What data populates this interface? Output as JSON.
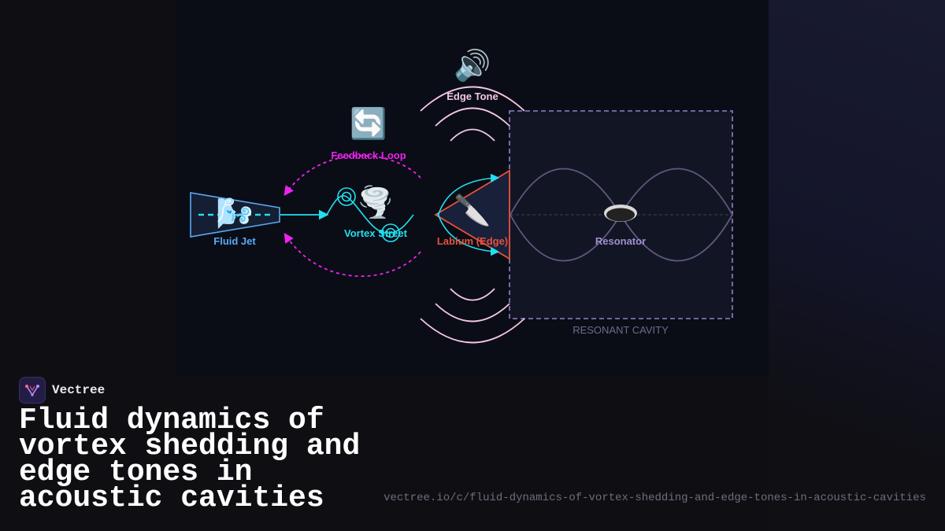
{
  "diagram": {
    "fluid_jet": {
      "icon": "wind-face-icon",
      "emoji": "🌬️",
      "label": "Fluid Jet",
      "color": "#5aa9f5"
    },
    "vortex_street": {
      "icon": "tornado-icon",
      "emoji": "🌪️",
      "label": "Vortex Street",
      "color": "#22e0f0"
    },
    "feedback_loop": {
      "icon": "counterclockwise-arrows-icon",
      "emoji": "🔄",
      "label": "Feedback Loop",
      "color": "#ee22ee"
    },
    "edge_tone": {
      "icon": "speaker-high-volume-icon",
      "emoji": "🔊",
      "label": "Edge Tone",
      "color": "#f5c6e2"
    },
    "labium": {
      "icon": "kitchen-knife-icon",
      "emoji": "🔪",
      "label": "Labium (Edge)",
      "color": "#e8503a"
    },
    "resonator": {
      "icon": "hole-icon",
      "label": "Resonator",
      "color": "#a08ed0"
    },
    "cavity": {
      "label": "RESONANT CAVITY",
      "color": "#9080c8"
    }
  },
  "brand": {
    "name": "Vectree",
    "logo": "vectree-logo-icon"
  },
  "title": "Fluid dynamics of vortex shedding and edge tones in acoustic cavities",
  "url": "vectree.io/c/fluid-dynamics-of-vortex-shedding-and-edge-tones-in-acoustic-cavities"
}
